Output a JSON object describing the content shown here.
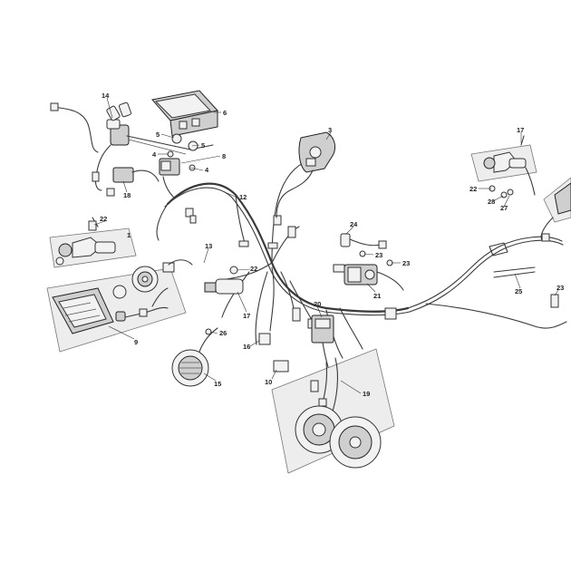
{
  "callouts": [
    {
      "id": "1",
      "label": "1"
    },
    {
      "id": "3",
      "label": "3"
    },
    {
      "id": "4a",
      "label": "4"
    },
    {
      "id": "4b",
      "label": "4"
    },
    {
      "id": "5a",
      "label": "5"
    },
    {
      "id": "5b",
      "label": "5"
    },
    {
      "id": "6",
      "label": "6"
    },
    {
      "id": "8",
      "label": "8"
    },
    {
      "id": "9",
      "label": "9"
    },
    {
      "id": "10",
      "label": "10"
    },
    {
      "id": "12",
      "label": "12"
    },
    {
      "id": "13",
      "label": "13"
    },
    {
      "id": "14",
      "label": "14"
    },
    {
      "id": "15",
      "label": "15"
    },
    {
      "id": "16",
      "label": "16"
    },
    {
      "id": "17a",
      "label": "17"
    },
    {
      "id": "17b",
      "label": "17"
    },
    {
      "id": "18",
      "label": "18"
    },
    {
      "id": "19",
      "label": "19"
    },
    {
      "id": "20",
      "label": "20"
    },
    {
      "id": "21",
      "label": "21"
    },
    {
      "id": "22a",
      "label": "22"
    },
    {
      "id": "22b",
      "label": "22"
    },
    {
      "id": "22c",
      "label": "22"
    },
    {
      "id": "23a",
      "label": "23"
    },
    {
      "id": "23b",
      "label": "23"
    },
    {
      "id": "23c",
      "label": "23"
    },
    {
      "id": "24",
      "label": "24"
    },
    {
      "id": "25",
      "label": "25"
    },
    {
      "id": "26",
      "label": "26"
    },
    {
      "id": "27",
      "label": "27"
    },
    {
      "id": "28",
      "label": "28"
    }
  ]
}
